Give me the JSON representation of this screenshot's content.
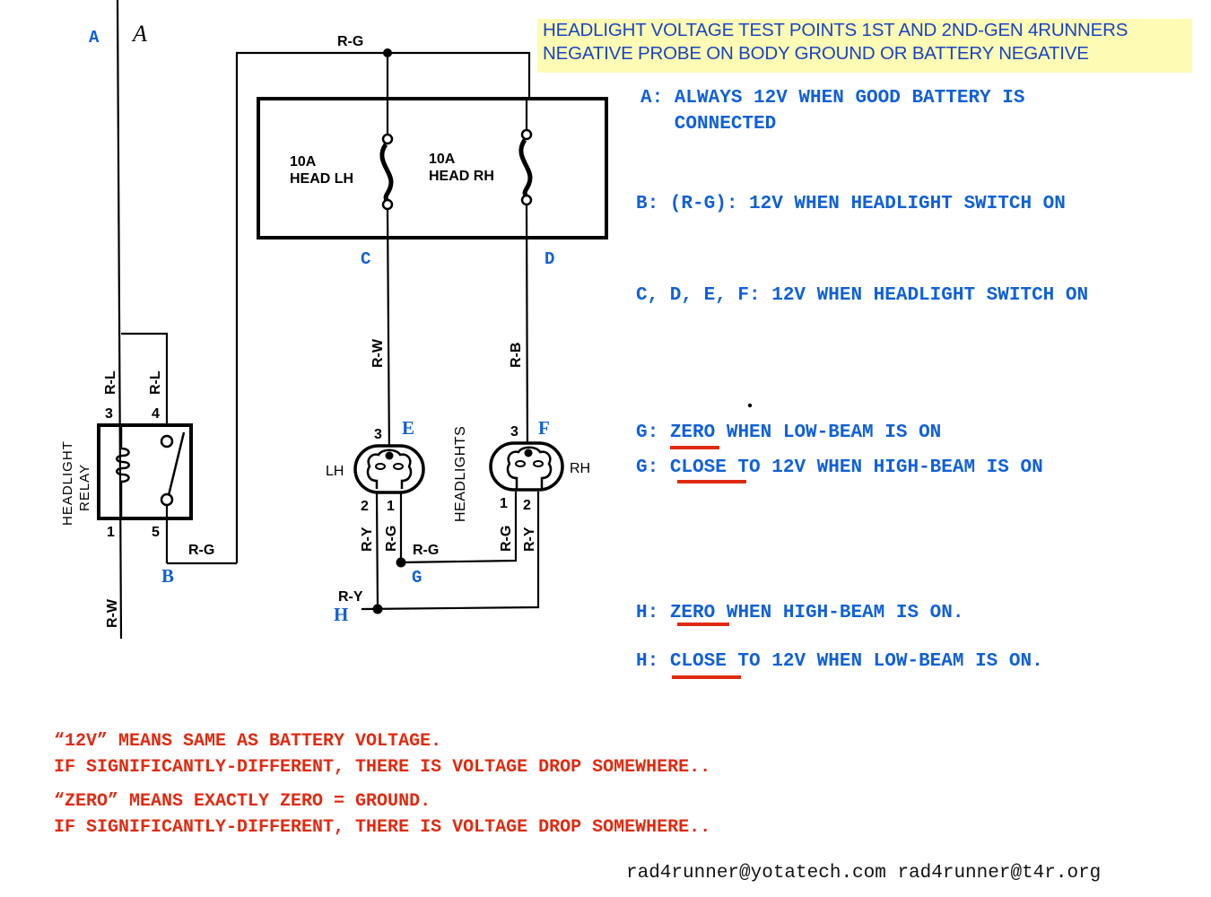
{
  "title": {
    "line1": "HEADLIGHT VOLTAGE TEST POINTS 1ST AND 2ND-GEN 4RUNNERS",
    "line2": "NEGATIVE PROBE ON BODY GROUND OR BATTERY NEGATIVE",
    "background": "#fdfbb4",
    "color": "#1a44c2"
  },
  "diagram": {
    "test_points": {
      "A": "A",
      "B": "B",
      "C": "C",
      "D": "D",
      "E": "E",
      "F": "F",
      "G": "G",
      "H": "H"
    },
    "source_marker": "A",
    "wire_labels": {
      "top_bus": "R-G",
      "relay_in_left": "R-L",
      "relay_in_right": "R-L",
      "relay_out": "R-G",
      "relay_ground": "R-W",
      "fuse_lh_out": "R-W",
      "fuse_rh_out": "R-B",
      "lh_pin2": "R-Y",
      "lh_pin1": "R-G",
      "g_bus": "R-G",
      "rh_pin1": "R-G",
      "rh_pin2": "R-Y",
      "h_bus": "R-Y"
    },
    "fuses": [
      {
        "rating": "10A",
        "name": "HEAD LH"
      },
      {
        "rating": "10A",
        "name": "HEAD RH"
      }
    ],
    "relay": {
      "name_line1": "HEADLIGHT",
      "name_line2": "RELAY",
      "pins": {
        "p3": "3",
        "p4": "4",
        "p1": "1",
        "p5": "5"
      }
    },
    "headlights": {
      "label": "HEADLIGHTS",
      "lh": {
        "name": "LH",
        "pin3": "3",
        "pin2": "2",
        "pin1": "1"
      },
      "rh": {
        "name": "RH",
        "pin3": "3",
        "pin1": "1",
        "pin2": "2"
      }
    }
  },
  "notes": [
    {
      "id": "A",
      "line1": "A: ALWAYS 12V WHEN GOOD BATTERY IS",
      "line2": "   CONNECTED"
    },
    {
      "id": "B",
      "text": "B: (R-G): 12V WHEN HEADLIGHT SWITCH ON"
    },
    {
      "id": "CDEF",
      "text": "C, D, E, F: 12V WHEN HEADLIGHT SWITCH ON"
    },
    {
      "id": "G1",
      "prefix": "G: ",
      "emphasis": "ZERO",
      "rest": " WHEN LOW-BEAM IS ON"
    },
    {
      "id": "G2",
      "prefix": "G: ",
      "emphasis": "CLOSE",
      "rest": " TO 12V WHEN HIGH-BEAM IS ON"
    },
    {
      "id": "H1",
      "prefix": "H: ",
      "emphasis": "ZERO",
      "rest": " WHEN HIGH-BEAM IS ON."
    },
    {
      "id": "H2",
      "prefix": "H: ",
      "emphasis": "CLOSE",
      "rest": " TO 12V WHEN LOW-BEAM IS ON."
    }
  ],
  "definitions": [
    "“12V” MEANS SAME AS BATTERY VOLTAGE.",
    "IF SIGNIFICANTLY-DIFFERENT, THERE IS VOLTAGE DROP SOMEWHERE..",
    "“ZERO” MEANS EXACTLY ZERO = GROUND.",
    "IF SIGNIFICANTLY-DIFFERENT, THERE IS VOLTAGE DROP SOMEWHERE.."
  ],
  "footer": "rad4runner@yotatech.com rad4runner@t4r.org",
  "colors": {
    "test_point": "#1060d8",
    "emphasis_underline": "#e02a10",
    "definitions": "#e02a10",
    "wire": "#000000"
  }
}
